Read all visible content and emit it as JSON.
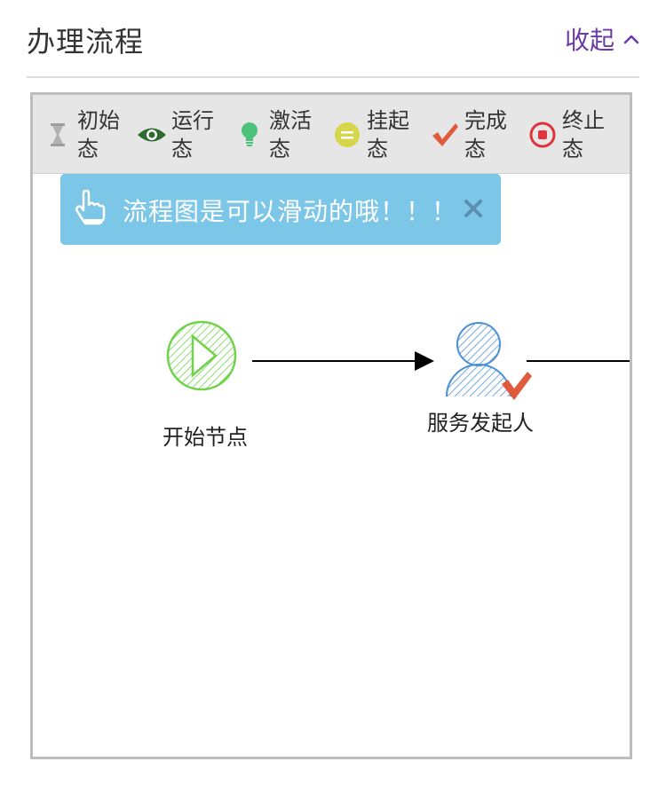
{
  "header": {
    "title": "办理流程",
    "toggle_label": "收起"
  },
  "legend": [
    {
      "label": "初始态",
      "icon": "hourglass-icon",
      "color": "#9e9e9e"
    },
    {
      "label": "运行态",
      "icon": "eye-icon",
      "color": "#2e6b2e"
    },
    {
      "label": "激活态",
      "icon": "lightbulb-icon",
      "color": "#4cc27a"
    },
    {
      "label": "挂起态",
      "icon": "equals-circle-icon",
      "color": "#d6d64a"
    },
    {
      "label": "完成态",
      "icon": "checkmark-icon",
      "color": "#e25a3c"
    },
    {
      "label": "终止态",
      "icon": "stop-circle-icon",
      "color": "#e0333c"
    }
  ],
  "tip": {
    "text": "流程图是可以滑动的哦！！！"
  },
  "nodes": [
    {
      "label": "开始节点",
      "type": "start-event",
      "color": "#6fd24a"
    },
    {
      "label": "服务发起人",
      "type": "user-task",
      "color": "#4a90d6",
      "status": "完成态"
    }
  ],
  "colors": {
    "accent": "#6b3aa6",
    "tip_background": "#7cc7e8",
    "legend_background": "#e6e6e6",
    "complete_check": "#e25a3c"
  }
}
